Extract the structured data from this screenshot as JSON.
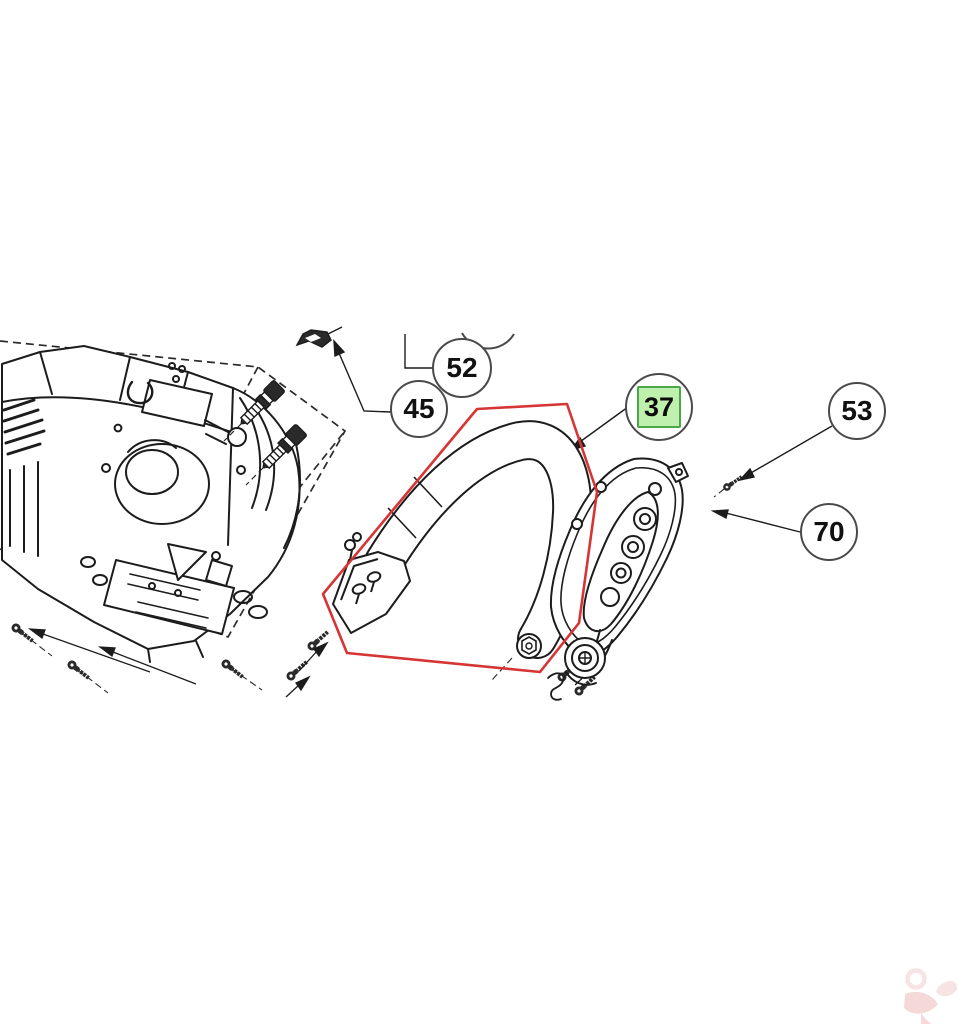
{
  "diagram": {
    "type": "exploded-parts-diagram",
    "subject": "Chainsaw front handle assembly exploded parts view",
    "callouts": {
      "c52": "52",
      "c45": "45",
      "c37": "37",
      "c53": "53",
      "c70": "70"
    },
    "highlighted_callout": "37",
    "colors": {
      "line": "#1c1c1c",
      "callout_border": "#4a4a4a",
      "highlight_outline": "#d63535",
      "green_fill": "#bff0ad",
      "green_border": "#4aa84a",
      "watermark": "#dd7b7b"
    }
  }
}
